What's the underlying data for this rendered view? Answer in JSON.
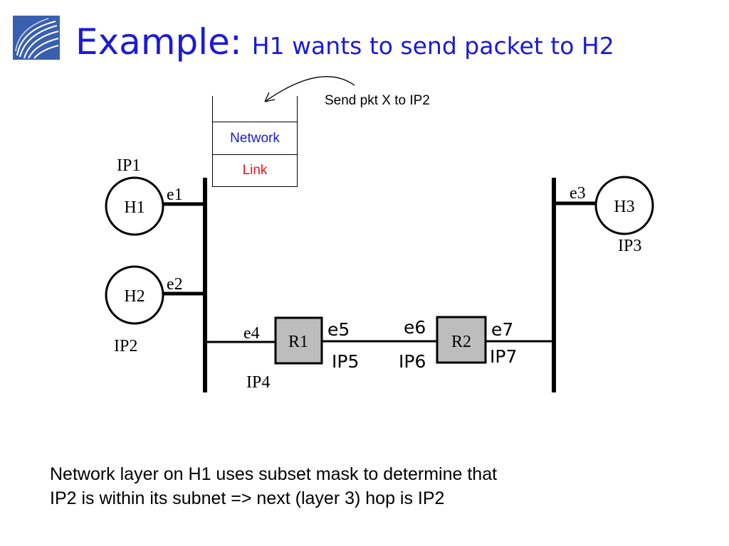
{
  "slide": {
    "title": "Example:",
    "subtitle": "H1 wants to send packet to H2",
    "annotation": "Send pkt X to IP2",
    "caption_line1": "Network layer on H1 uses subset mask to determine that",
    "caption_line2": "IP2 is within its subnet => next (layer 3) hop is IP2"
  },
  "layer_stack": {
    "network": "Network",
    "link": "Link"
  },
  "diagram": {
    "hosts": {
      "h1": "H1",
      "h2": "H2",
      "h3": "H3"
    },
    "routers": {
      "r1": "R1",
      "r2": "R2"
    },
    "interfaces": {
      "e1": "e1",
      "e2": "e2",
      "e3": "e3",
      "e4": "e4",
      "e5": "e5",
      "e6": "e6",
      "e7": "e7"
    },
    "ips": {
      "ip1": "IP1",
      "ip2": "IP2",
      "ip3": "IP3",
      "ip4": "IP4",
      "ip5": "IP5",
      "ip6": "IP6",
      "ip7": "IP7"
    }
  },
  "colors": {
    "title": "#1a1ad8",
    "network_label": "#1a1ad8",
    "link_label": "#e0161a",
    "router_fill": "#bdbdbd"
  }
}
